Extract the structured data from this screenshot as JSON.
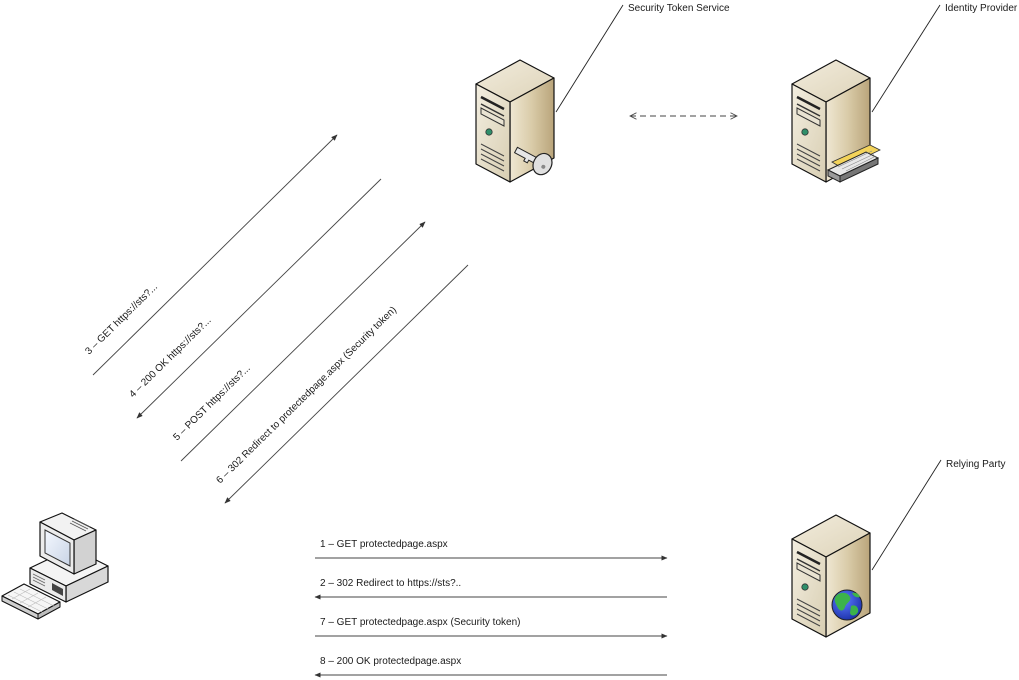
{
  "diagram": {
    "title": "WS-Federation passive sign-in flow",
    "nodes": {
      "sts": {
        "label": "Security Token Service",
        "icon": "server-key-icon"
      },
      "idp": {
        "label": "Identity Provider",
        "icon": "server-directory-icon"
      },
      "rp": {
        "label": "Relying Party",
        "icon": "server-globe-icon"
      },
      "client": {
        "label": "",
        "icon": "desktop-computer-icon"
      }
    },
    "messages": [
      {
        "id": "m1",
        "label": "1 – GET protectedpage.aspx",
        "from": "client",
        "to": "rp"
      },
      {
        "id": "m2",
        "label": "2 – 302 Redirect to https://sts?..",
        "from": "rp",
        "to": "client"
      },
      {
        "id": "m3",
        "label": "3 – GET https://sts?...",
        "from": "client",
        "to": "sts"
      },
      {
        "id": "m4",
        "label": "4 – 200 OK https://sts?...",
        "from": "sts",
        "to": "client"
      },
      {
        "id": "m5",
        "label": "5 – POST https://sts?...",
        "from": "client",
        "to": "sts"
      },
      {
        "id": "m6",
        "label": "6 – 302 Redirect to protectedpage.aspx (Security token)",
        "from": "sts",
        "to": "client"
      },
      {
        "id": "m7",
        "label": "7 – GET protectedpage.aspx (Security token)",
        "from": "client",
        "to": "rp"
      },
      {
        "id": "m8",
        "label": "8 – 200 OK protectedpage.aspx",
        "from": "rp",
        "to": "client"
      }
    ],
    "trust_link": {
      "from": "sts",
      "to": "idp",
      "style": "dashed-bidirectional"
    }
  }
}
